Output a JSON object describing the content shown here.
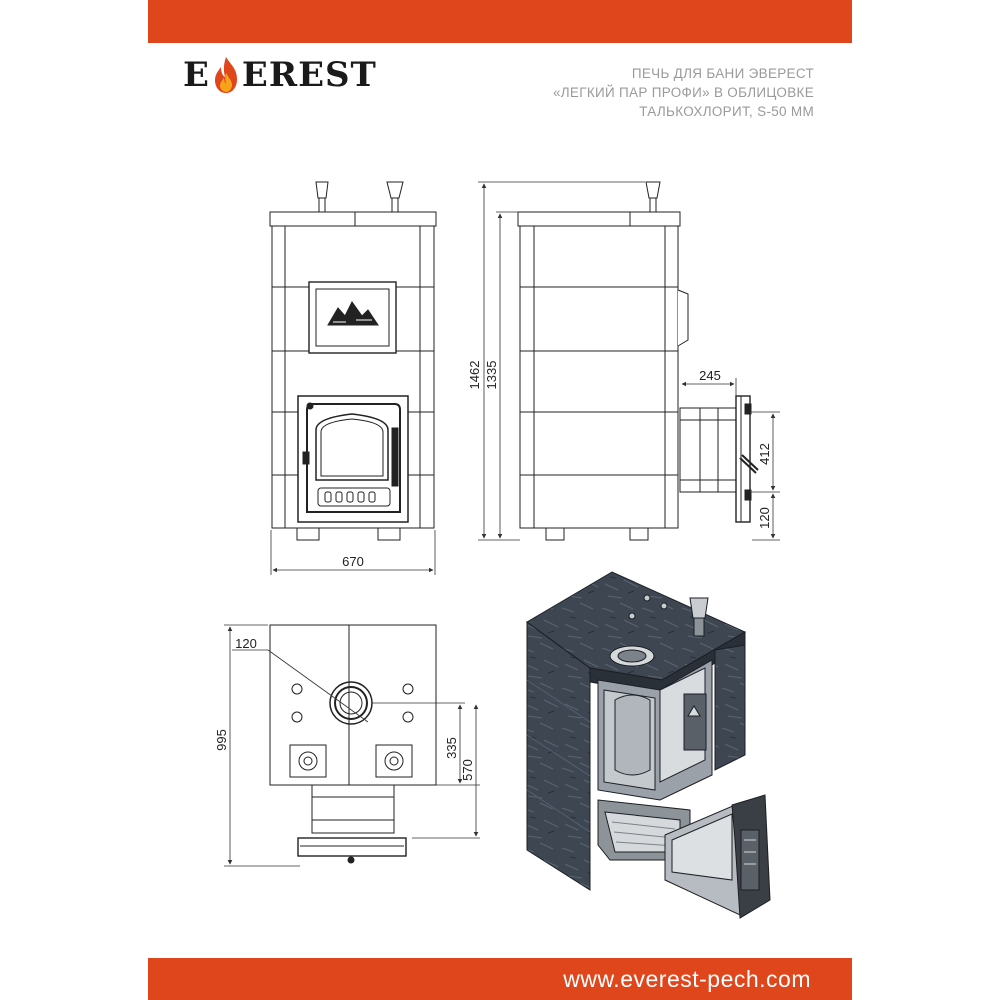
{
  "brand": {
    "logo_text": "EVEREST",
    "logo_left": "E",
    "logo_right": "EREST",
    "accent_color": "#e0461c"
  },
  "title": {
    "lines": [
      "ПЕЧЬ ДЛЯ БАНИ ЭВЕРЕСТ",
      "«ЛЕГКИЙ ПАР ПРОФИ» В ОБЛИЦОВКЕ",
      "ТАЛЬКОХЛОРИТ, S-50 ММ"
    ]
  },
  "dimensions": {
    "front_width": "670",
    "total_height": "1462",
    "body_height": "1335",
    "tunnel_length": "245",
    "door_height": "412",
    "door_bottom": "120",
    "flue_diameter": "120",
    "top_depth": "995",
    "flue_offset": "335",
    "body_depth": "570"
  },
  "footer": {
    "website": "www.everest-pech.com"
  }
}
